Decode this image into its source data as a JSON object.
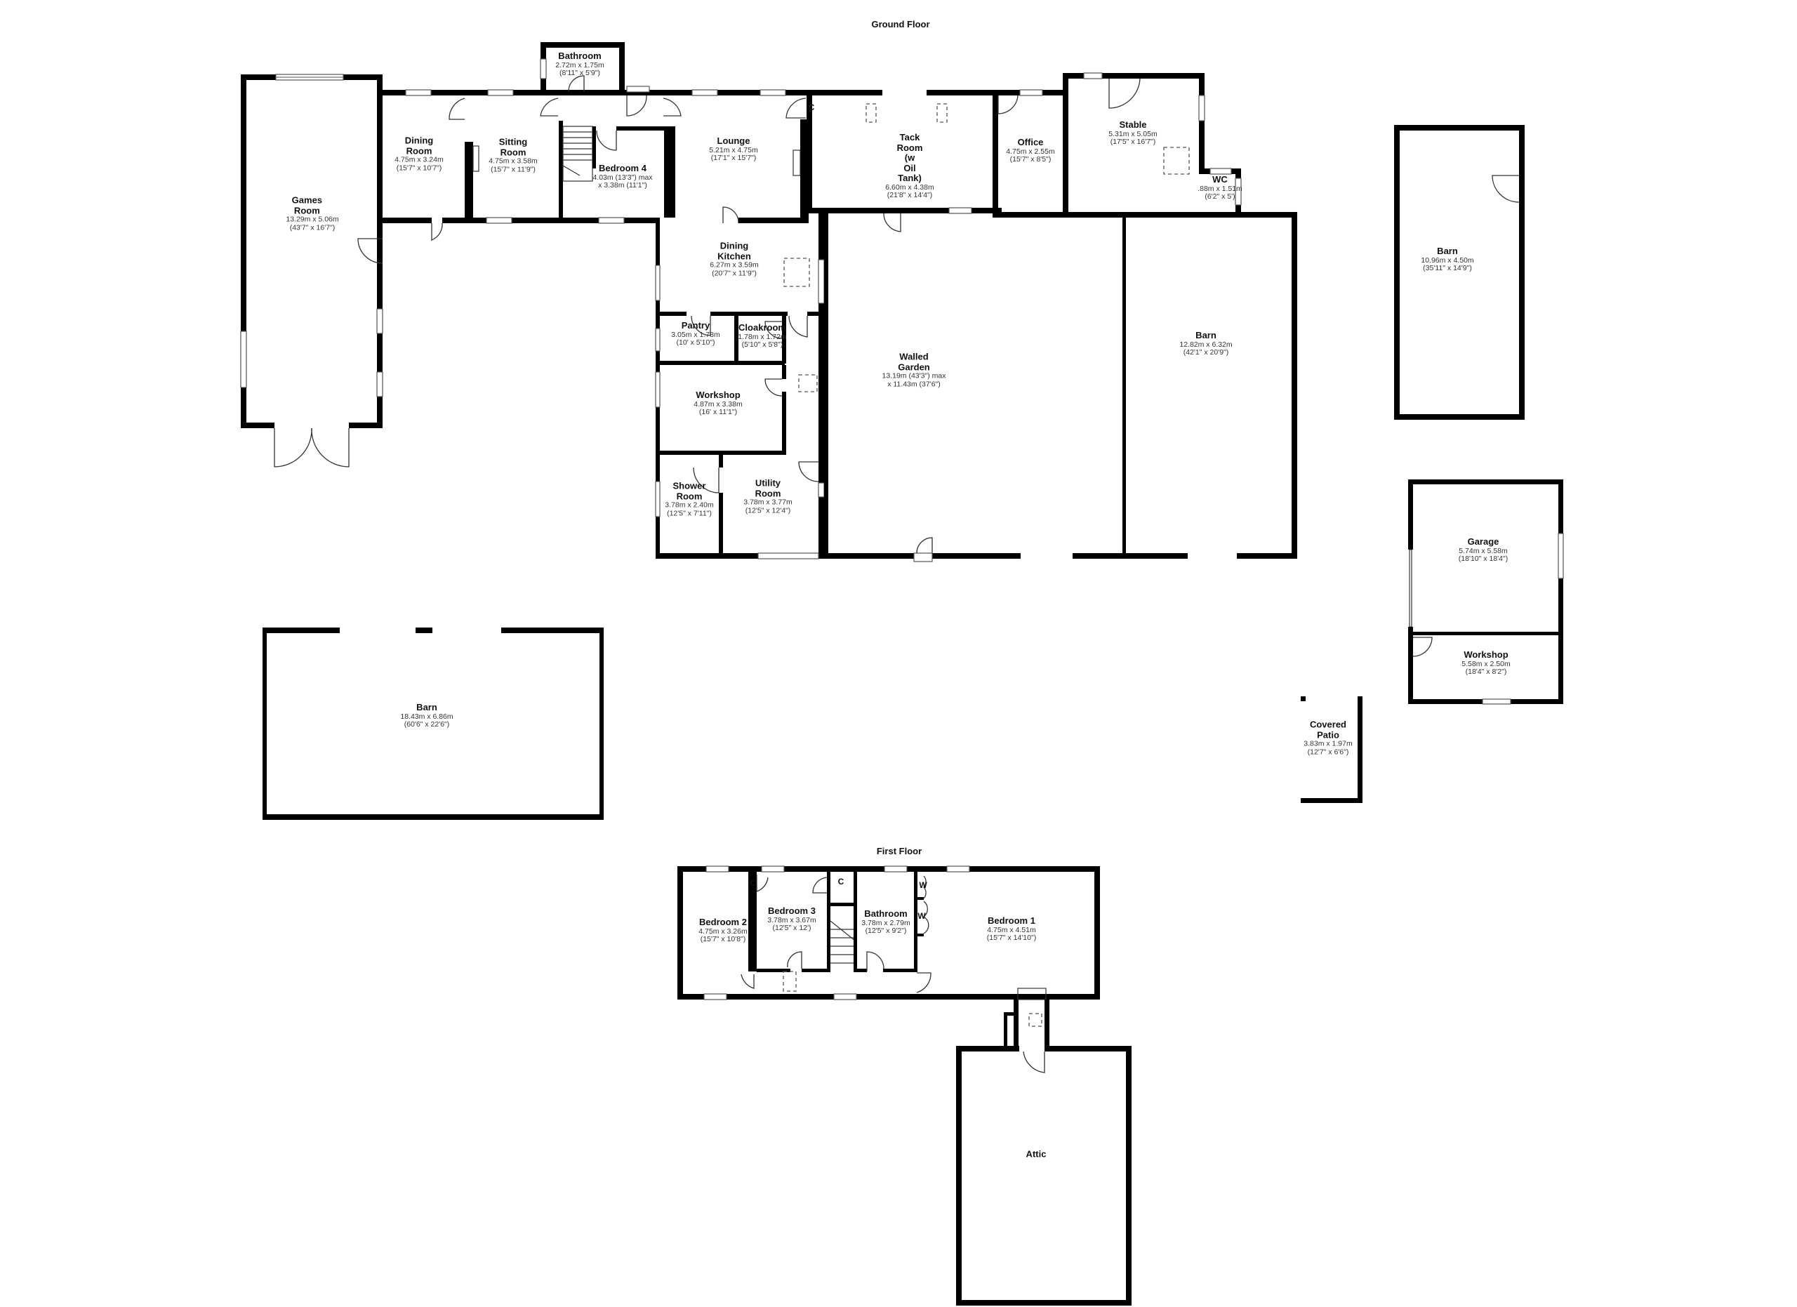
{
  "floors": {
    "ground": {
      "title": "Ground Floor"
    },
    "first": {
      "title": "First Floor"
    }
  },
  "rooms": {
    "games_room": {
      "name": "Games Room",
      "metric": "13.29m x 5.06m",
      "imperial": "(43'7\" x 16'7\")"
    },
    "dining_room": {
      "name": "Dining Room",
      "metric": "4.75m x 3.24m",
      "imperial": "(15'7\" x 10'7\")"
    },
    "sitting_room": {
      "name": "Sitting Room",
      "metric": "4.75m x 3.58m",
      "imperial": "(15'7\" x 11'9\")"
    },
    "bathroom_ground": {
      "name": "Bathroom",
      "metric": "2.72m x 1.75m",
      "imperial": "(8'11\" x 5'9\")"
    },
    "bedroom_4": {
      "name": "Bedroom 4",
      "metric": "4.03m (13'3\") max",
      "imperial": "x 3.38m (11'1\")"
    },
    "lounge": {
      "name": "Lounge",
      "metric": "5.21m x 4.75m",
      "imperial": "(17'1\" x 15'7\")"
    },
    "tack_room": {
      "name": "Tack Room (w Oil Tank)",
      "name_lines": [
        "Tack",
        "Room",
        "(w",
        "Oil",
        "Tank)"
      ],
      "metric": "6.60m x 4.38m",
      "imperial": "(21'8\" x 14'4\")"
    },
    "office": {
      "name": "Office",
      "metric": "4.75m x 2.55m",
      "imperial": "(15'7\" x 8'5\")"
    },
    "stable": {
      "name": "Stable",
      "metric": "5.31m x 5.05m",
      "imperial": "(17'5\" x 16'7\")"
    },
    "wc": {
      "name": "WC",
      "metric": ".88m x 1.51m",
      "imperial": "(6'2\" x 5')"
    },
    "dining_kitchen": {
      "name": "Dining Kitchen",
      "metric": "6.27m x 3.59m",
      "imperial": "(20'7\" x 11'9\")"
    },
    "pantry": {
      "name": "Pantry",
      "metric": "3.05m x 1.78m",
      "imperial": "(10' x 5'10\")"
    },
    "cloakroom": {
      "name": "Cloakroom",
      "metric": "1.78m x 1.72m",
      "imperial": "(5'10\" x 5'8\")"
    },
    "workshop_main": {
      "name": "Workshop",
      "metric": "4.87m x 3.38m",
      "imperial": "(16' x 11'1\")"
    },
    "shower_room": {
      "name": "Shower Room",
      "metric": "3.78m x 2.40m",
      "imperial": "(12'5\" x 7'11\")"
    },
    "utility_room": {
      "name": "Utility Room",
      "metric": "3.78m x 3.77m",
      "imperial": "(12'5\" x 12'4\")"
    },
    "walled_garden": {
      "name": "Walled Garden",
      "metric": "13.19m (43'3\") max",
      "imperial": "x 11.43m (37'6\")"
    },
    "barn_middle": {
      "name": "Barn",
      "metric": "12.82m x 6.32m",
      "imperial": "(42'1\" x 20'9\")"
    },
    "barn_right": {
      "name": "Barn",
      "metric": "10.96m x 4.50m",
      "imperial": "(35'11\" x 14'9\")"
    },
    "garage": {
      "name": "Garage",
      "metric": "5.74m x 5.58m",
      "imperial": "(18'10\" x 18'4\")"
    },
    "workshop_garage": {
      "name": "Workshop",
      "metric": "5.58m x 2.50m",
      "imperial": "(18'4\" x 8'2\")"
    },
    "covered_patio": {
      "name": "Covered Patio",
      "metric": "3.83m x 1.97m",
      "imperial": "(12'7\" x 6'6\")"
    },
    "barn_bottom": {
      "name": "Barn",
      "metric": "18.43m x 6.86m",
      "imperial": "(60'6\" x 22'6\")"
    },
    "bedroom_2": {
      "name": "Bedroom 2",
      "metric": "4.75m x 3.26m",
      "imperial": "(15'7\" x 10'8\")"
    },
    "bedroom_3": {
      "name": "Bedroom 3",
      "metric": "3.78m x 3.67m",
      "imperial": "(12'5\" x 12')"
    },
    "bathroom_first": {
      "name": "Bathroom",
      "metric": "3.78m x 2.79m",
      "imperial": "(12'5\" x 9'2\")"
    },
    "bedroom_1": {
      "name": "Bedroom 1",
      "metric": "4.75m x 4.51m",
      "imperial": "(15'7\" x 14'10\")"
    },
    "attic": {
      "name": "Attic"
    }
  },
  "markers": {
    "cupboard": "C",
    "wardrobe": "W"
  }
}
